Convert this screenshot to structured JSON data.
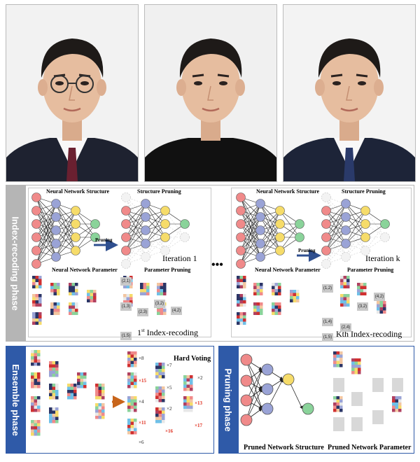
{
  "photos": [
    {
      "name": "portrait-1",
      "bg": "#f2f2f2",
      "suit": "#1e2230",
      "tie": "#6a2030",
      "glasses": true
    },
    {
      "name": "portrait-2",
      "bg": "#f0f0f0",
      "suit": "#111111",
      "tie": "",
      "glasses": false
    },
    {
      "name": "portrait-3",
      "bg": "#f3f3f3",
      "suit": "#1d2438",
      "tie": "#2a3a6a",
      "glasses": false
    }
  ],
  "phases": {
    "index": "Index-recoding phase",
    "ensemble": "Ensemble phase",
    "pruning": "Pruning phase"
  },
  "index_panel": {
    "nn_structure_left": "Neural Network Structure",
    "structure_pruning_left": "Structure Pruning",
    "pruning_arrow_left": "Pruning",
    "iteration_left": "Iteration 1",
    "nn_structure_right": "Neural Network Structure",
    "structure_pruning_right": "Structure Pruning",
    "pruning_arrow_right": "Pruning",
    "iteration_right": "Iteration k",
    "ellipsis": "•••",
    "nn_parameter_left": "Neural Network Parameter",
    "parameter_pruning_left": "Parameter Pruning",
    "nn_parameter_right": "Neural Network Parameter",
    "parameter_pruning_right": "Parameter Pruning",
    "recoding_left_sup": "st",
    "recoding_left_num": "1",
    "recoding_left": "Index-recoding",
    "recoding_right": "Kth Index-recoding",
    "tags_left": [
      "(2,1)",
      "(1,3)",
      "(2,3)",
      "(3,2)",
      "(4,2)",
      "(1,5)"
    ],
    "tags_right": [
      "(1,2)",
      "(4,2)",
      "(3,2)",
      "(1,4)",
      "(2,4)",
      "(1,5)"
    ]
  },
  "ensemble_panel": {
    "hard_voting": "Hard Voting",
    "votes": [
      "×8",
      "×7",
      "×15",
      "×5",
      "×2",
      "×4",
      "×2",
      "×13",
      "×11",
      "×16",
      "×17",
      "×6"
    ]
  },
  "pruning_panel": {
    "structure": "Pruned Network Structure",
    "parameter": "Pruned Network Parameter"
  },
  "colors": {
    "node_red": "#f08a8a",
    "node_blue": "#9aa3d6",
    "node_yellow": "#f6dc6a",
    "node_green": "#8ad39a",
    "index_bar": "#b5b5b5",
    "phase_blue": "#2f5aa8",
    "vote_red": "#e03020",
    "arrow_blue": "#2f4f8f",
    "arrow_orange": "#c8651b"
  }
}
